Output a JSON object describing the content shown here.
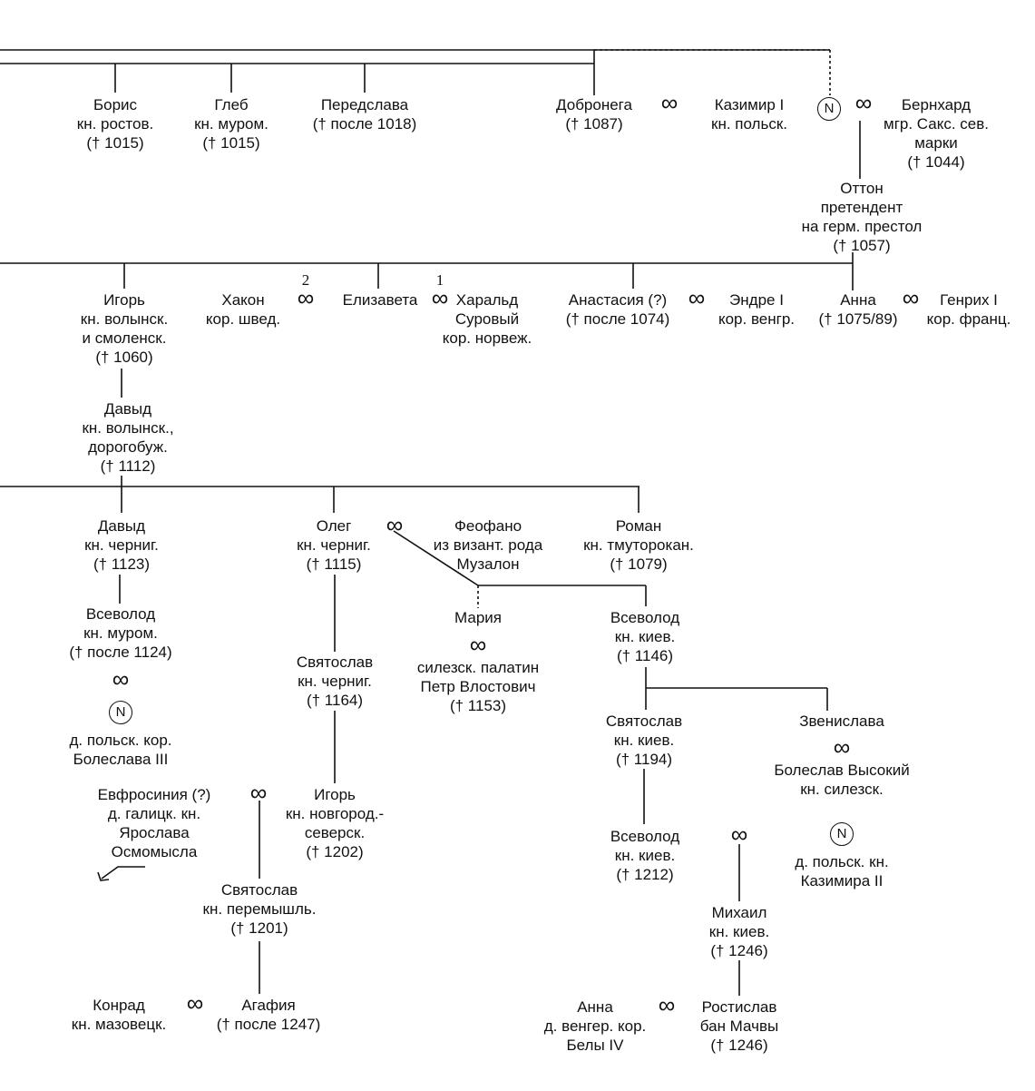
{
  "persons": {
    "boris": "Борис\nкн. ростов.\n(† 1015)",
    "gleb": "Глеб\nкн. муром.\n(† 1015)",
    "peredslava": "Передслава\n(† после 1018)",
    "dobronega": "Добронега\n(† 1087)",
    "kazimir": "Казимир I\nкн. польск.",
    "bernhard": "Бернхард\nмгр. Сакс. сев.\nмарки\n(† 1044)",
    "otton": "Оттон\nпретендент\nна герм. престол\n(† 1057)",
    "igor_vol": "Игорь\nкн. волынск.\nи смоленск.\n(† 1060)",
    "hakon": "Хакон\nкор. швед.",
    "elizaveta": "Елизавета",
    "harald": "Харальд\nСуровый\nкор. норвеж.",
    "anastasia": "Анастасия (?)\n(† после 1074)",
    "endre": "Эндре I\nкор. венгр.",
    "anna_fr": "Анна\n(† 1075/89)",
    "genrih": "Генрих I\nкор. франц.",
    "david_vol": "Давыд\nкн. волынск.,\nдорогобуж.\n(† 1112)",
    "david_cher": "Давыд\nкн. черниг.\n(† 1123)",
    "oleg": "Олег\nкн. черниг.\n(† 1115)",
    "feofano": "Феофано\nиз визант. рода\nМузалон",
    "roman": "Роман\nкн. тмуторокан.\n(† 1079)",
    "vsevolod_mur": "Всеволод\nкн. муром.\n(† после 1124)",
    "doch_boleslav": "д. польск. кор.\nБолеслава III",
    "maria": "Мария",
    "petr": "силезск. палатин\nПетр Влостович\n(† 1153)",
    "vsevolod_kiev": "Всеволод\nкн. киев.\n(† 1146)",
    "svyatoslav_cher": "Святослав\nкн. черниг.\n(† 1164)",
    "svyatoslav_kiev": "Святослав\nкн. киев.\n(† 1194)",
    "zvenislava": "Звенислава",
    "boleslav_vys": "Болеслав Высокий\nкн. силезск.",
    "evfrosinia": "Евфросиния (?)\nд. галицк. кн.\nЯрослава\nОсмомысла",
    "igor_nov": "Игорь\nкн. новгород.-\nсеверск.\n(† 1202)",
    "vsevolod_kiev2": "Всеволод\nкн. киев.\n(† 1212)",
    "doch_kazimir": "д. польск. кн.\nКазимира II",
    "svyatoslav_per": "Святослав\nкн. перемышль.\n(† 1201)",
    "mihail": "Михаил\nкн. киев.\n(† 1246)",
    "konrad": "Конрад\nкн. мазовецк.",
    "agafia": "Агафия\n(† после 1247)",
    "anna_vengr": "Анна\nд. венгер. кор.\nБелы IV",
    "rostislav": "Ростислав\nбан Мачвы\n(† 1246)"
  },
  "symbols": {
    "marriage": "∞",
    "unknown_person": "N",
    "marriage_order_2": "2",
    "marriage_order_1": "1"
  }
}
